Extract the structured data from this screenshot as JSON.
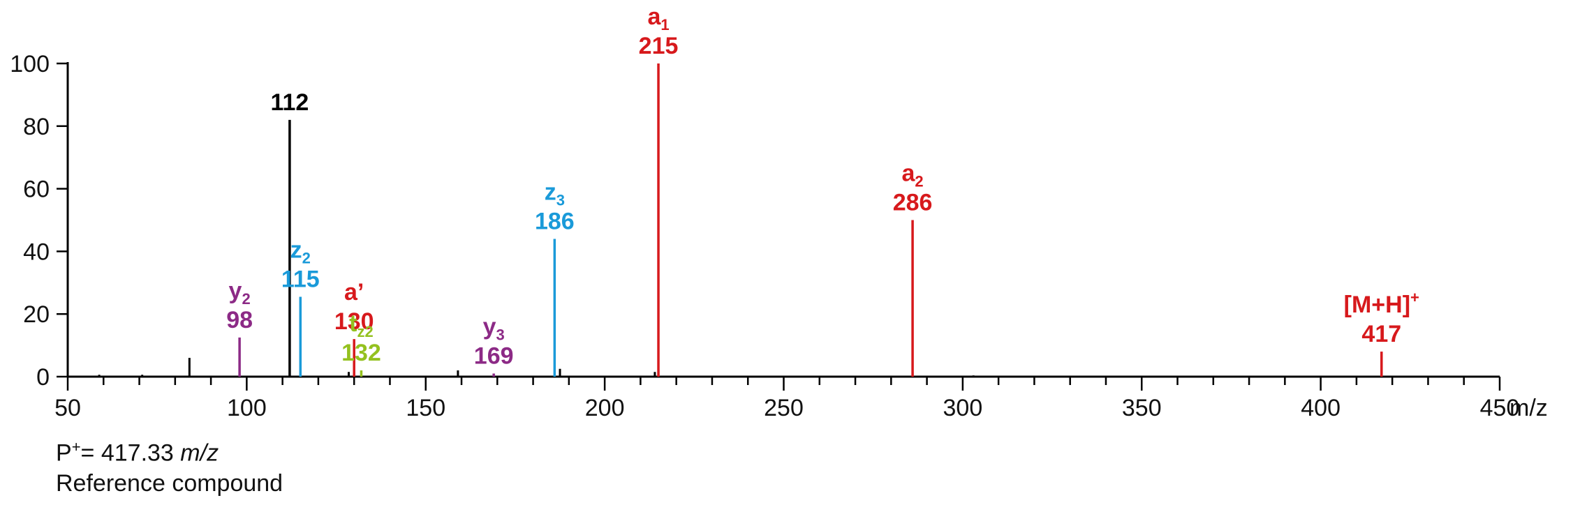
{
  "chart_data": {
    "type": "bar",
    "xlabel": "m/z",
    "ylabel": "",
    "xlim": [
      50,
      450
    ],
    "ylim": [
      0,
      100
    ],
    "x_ticks": [
      50,
      100,
      150,
      200,
      250,
      300,
      350,
      400,
      450
    ],
    "y_ticks": [
      0,
      20,
      40,
      60,
      80,
      100
    ],
    "grid": false,
    "colors": {
      "black": "#000000",
      "red": "#d7191c",
      "blue": "#1a9ad9",
      "purple": "#8c2a86",
      "green": "#94c11f"
    },
    "peaks": [
      {
        "x": 58.8,
        "y": 0.6,
        "color": "black"
      },
      {
        "x": 70.8,
        "y": 0.6,
        "color": "black"
      },
      {
        "x": 84,
        "y": 6,
        "color": "black"
      },
      {
        "x": 98,
        "y": 12.5,
        "color": "purple",
        "label": "98",
        "ion": "y",
        "sub": "2"
      },
      {
        "x": 112,
        "y": 82,
        "color": "black",
        "label": "112"
      },
      {
        "x": 115,
        "y": 25.5,
        "color": "blue",
        "label": "115",
        "ion": "z",
        "sub": "2"
      },
      {
        "x": 128.5,
        "y": 1.5,
        "color": "black"
      },
      {
        "x": 130,
        "y": 12,
        "color": "red",
        "label": "130",
        "ion": "a’"
      },
      {
        "x": 132,
        "y": 2,
        "color": "green",
        "label": "132",
        "ion": "t",
        "sub": "z2"
      },
      {
        "x": 159,
        "y": 2,
        "color": "black"
      },
      {
        "x": 169,
        "y": 1,
        "color": "purple",
        "label": "169",
        "ion": "y",
        "sub": "3"
      },
      {
        "x": 186,
        "y": 44,
        "color": "blue",
        "label": "186",
        "ion": "z",
        "sub": "3"
      },
      {
        "x": 187.5,
        "y": 2.5,
        "color": "black"
      },
      {
        "x": 214,
        "y": 1.5,
        "color": "black"
      },
      {
        "x": 215,
        "y": 100,
        "color": "red",
        "label": "215",
        "ion": "a",
        "sub": "1"
      },
      {
        "x": 286,
        "y": 50,
        "color": "red",
        "label": "286",
        "ion": "a",
        "sub": "2"
      },
      {
        "x": 303,
        "y": 0.4,
        "color": "black"
      },
      {
        "x": 417,
        "y": 8,
        "color": "red",
        "label": "417",
        "ion": "[M+H]",
        "sup": "+"
      }
    ]
  },
  "info": {
    "line1_prefix": "P",
    "line1_sup": "+",
    "line1_value": "= 417.33 ",
    "line1_unit": "m/z",
    "line2": "Reference compound"
  }
}
